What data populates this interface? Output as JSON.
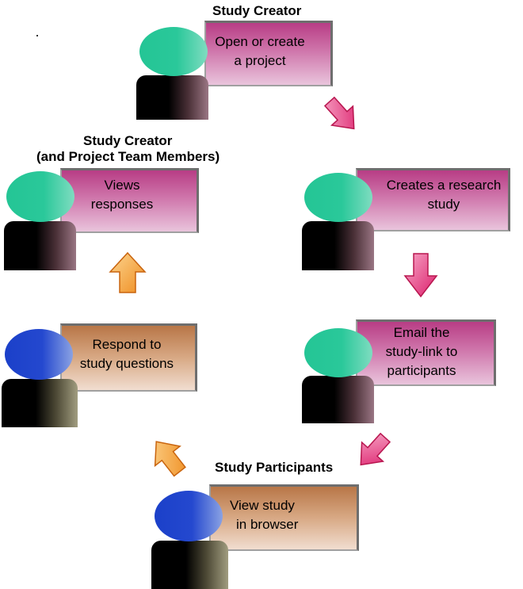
{
  "titles": {
    "top": "Study Creator",
    "left_line1": "Study Creator",
    "left_line2": "(and Project Team Members)",
    "participants": "Study Participants"
  },
  "steps": {
    "open_project": [
      "Open or create",
      "a project"
    ],
    "create_study": [
      "Creates a research",
      "study"
    ],
    "email_link": [
      "Email the",
      "study-link to",
      "participants"
    ],
    "view_study": [
      "View study",
      "in browser"
    ],
    "respond": [
      "Respond to",
      "study questions"
    ],
    "view_responses": [
      "Views",
      "responses"
    ]
  },
  "colors": {
    "creator_box": "#cf76ab",
    "participant_box": "#d8a985",
    "creator_head": "#24c595",
    "participant_head": "#1b40c9",
    "pink_arrow": "#e8337d",
    "orange_arrow": "#f4a23a"
  }
}
